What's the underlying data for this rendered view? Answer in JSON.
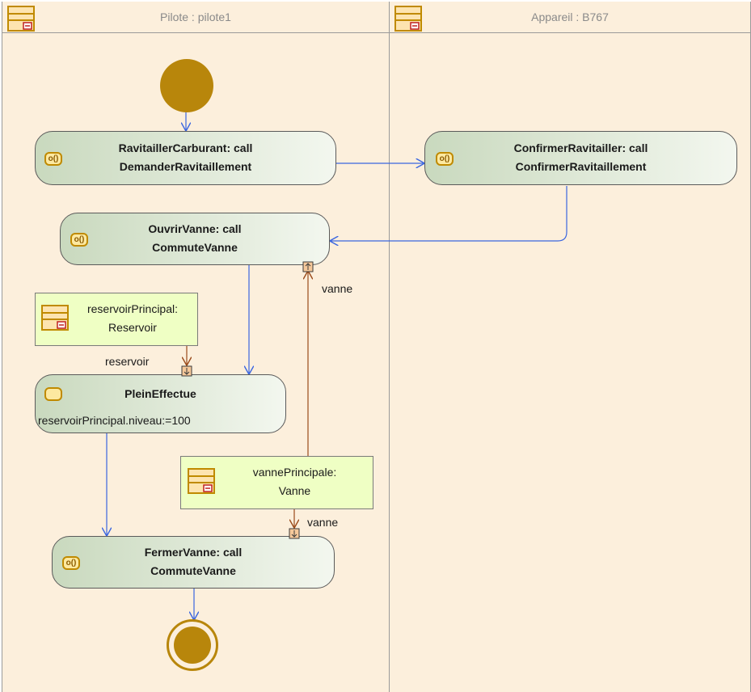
{
  "lanes": [
    {
      "title": "Pilote : pilote1"
    },
    {
      "title": "Appareil : B767"
    }
  ],
  "actions": {
    "ravitailler": {
      "line1": "RavitaillerCarburant: call",
      "line2": "DemanderRavitaillement"
    },
    "confirmer": {
      "line1": "ConfirmerRavitailler: call",
      "line2": "ConfirmerRavitaillement"
    },
    "ouvrir": {
      "line1": "OuvrirVanne: call",
      "line2": "CommuteVanne"
    },
    "plein": {
      "line1": "PleinEffectue",
      "effect": "reservoirPrincipal.niveau:=100"
    },
    "fermer": {
      "line1": "FermerVanne: call",
      "line2": "CommuteVanne"
    }
  },
  "objects": {
    "reservoir": {
      "line1": "reservoirPrincipal:",
      "line2": "Reservoir"
    },
    "vanne": {
      "line1": "vannePrincipale:",
      "line2": "Vanne"
    }
  },
  "pins": {
    "reservoir_label": "reservoir",
    "vanne_out_label": "vanne",
    "vanne_in_label": "vanne"
  },
  "icons": {
    "call_icon_text": "o()"
  },
  "colors": {
    "lane_bg": "#fcefdc",
    "control_flow": "#3a66e0",
    "object_flow": "#9a4a1a",
    "node_fill": "#b8860b"
  }
}
